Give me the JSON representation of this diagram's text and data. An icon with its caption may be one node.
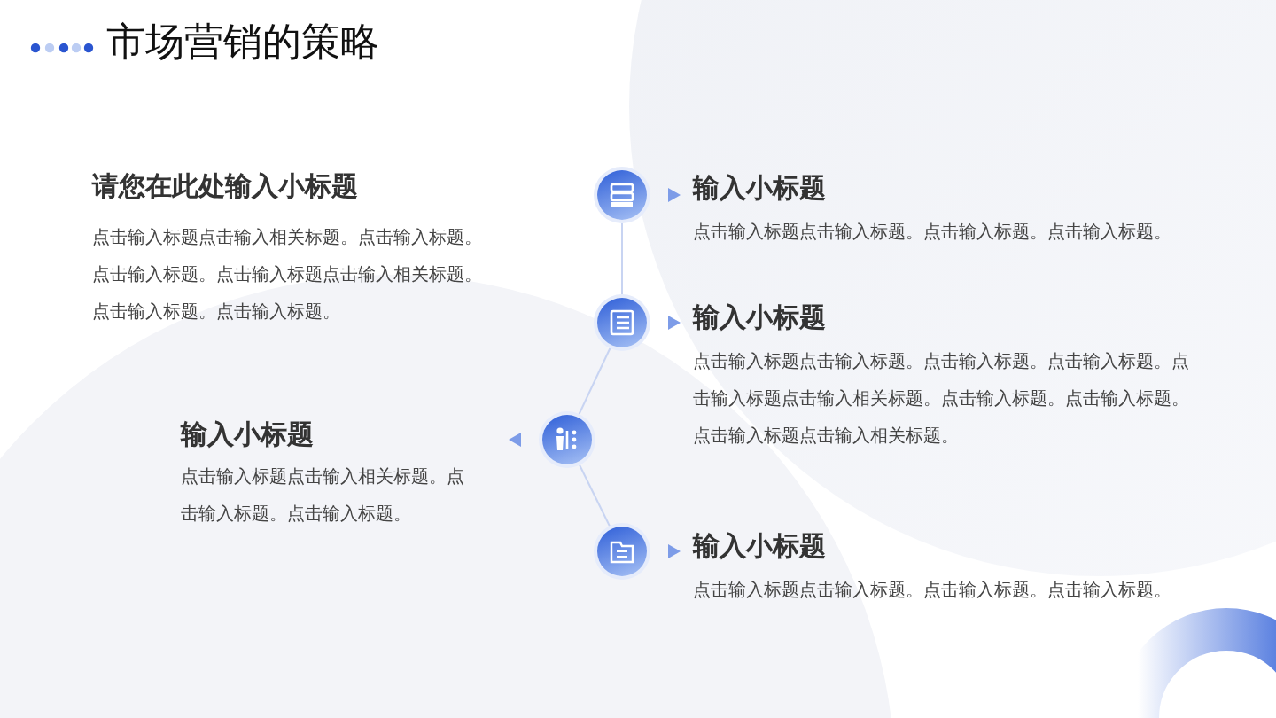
{
  "diagram": {
    "title": "市场营销的策略",
    "nodes": [
      {
        "text": [],
        "shape": "circle",
        "beside": [
          "输入小标题",
          "点击输入标题点击输入标题。点击输入标题。点击输入标题。"
        ]
      },
      {
        "text": [],
        "shape": "circle",
        "beside": [
          "输入小标题",
          "点击输入标题点击输入标题。点击输入标题。点击输入标题。点击输入标题点击输入相关标题。点击输入标题。点击输入标题。点击输入标题点击输入相关标题。"
        ]
      },
      {
        "text": [],
        "shape": "circle",
        "beside": [
          "输入小标题",
          "点击输入标题点击输入相关标题。点击输入标题。点击输入标题。"
        ]
      },
      {
        "text": [],
        "shape": "circle",
        "beside": [
          "输入小标题",
          "点击输入标题点击输入标题。点击输入标题。点击输入标题。"
        ]
      }
    ],
    "edges": [
      {
        "from": 0,
        "to": 1,
        "arrow": "none"
      },
      {
        "from": 1,
        "to": 2,
        "arrow": "none"
      },
      {
        "from": 2,
        "to": 3,
        "arrow": "none"
      }
    ],
    "labels": [
      "请您在此处输入小标题",
      "点击输入标题点击输入相关标题。点击输入标题。点击输入标题。点击输入标题点击输入相关标题。点击输入标题。点击输入标题。"
    ]
  }
}
